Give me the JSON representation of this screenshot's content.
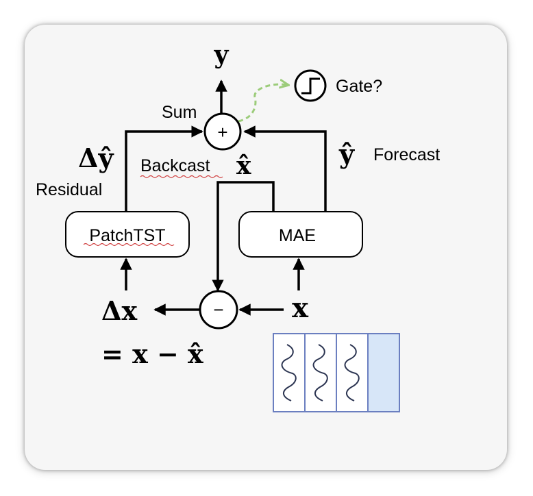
{
  "diagram": {
    "output_symbol": "y",
    "sum_label": "Sum",
    "plus_symbol": "+",
    "minus_symbol": "−",
    "gate_label": "Gate?",
    "delta_y_hat": "Δŷ",
    "residual_label": "Residual",
    "backcast_label": "Backcast",
    "x_hat_symbol": "x̂",
    "y_hat_symbol": "ŷ",
    "forecast_label": "Forecast",
    "patchtst_label": "PatchTST",
    "mae_label": "MAE",
    "delta_x_symbol": "Δx",
    "delta_x_equation": "= x − x̂",
    "input_symbol": "x",
    "patches": {
      "count": 4,
      "filled_with_signal": 3
    }
  },
  "colors": {
    "line": "#000000",
    "gate_arrow": "#9ccc7a",
    "patch_border": "#6b7fc0",
    "masked_patch_fill": "#d7e6f8",
    "signal_line": "#2a3350",
    "spell_underline": "#d04040"
  }
}
